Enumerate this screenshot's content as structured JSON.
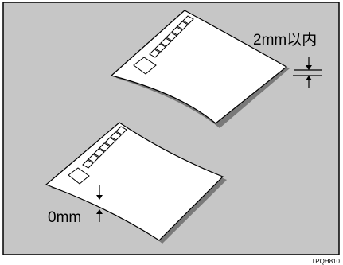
{
  "figure": {
    "background_color": "#c6c6c6",
    "border_color": "#000000",
    "sheet_color": "#ffffff",
    "shadow_color": "#7a7a7a",
    "footer_id": "TPQH810"
  },
  "envelopes": [
    {
      "name": "upper",
      "curl_label": "2mm以内",
      "postal_code_boxes": 7
    },
    {
      "name": "lower",
      "curl_label": "0mm",
      "postal_code_boxes": 7
    }
  ]
}
